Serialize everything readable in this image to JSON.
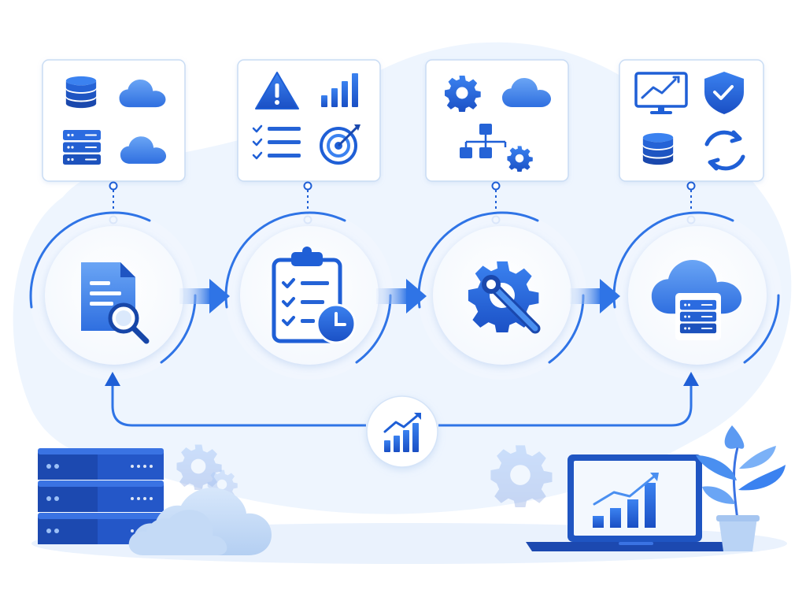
{
  "colors": {
    "primary": "#1f5fd6",
    "primary_dark": "#1746a8",
    "light": "#4a8ff0",
    "pale": "#e8f1fd",
    "card_border": "#c9dcf4",
    "bg_blob": "#edf4fd"
  },
  "stages": [
    {
      "name": "assessment",
      "icon": "document-search-icon",
      "panel_icons": [
        "database-icon",
        "cloud-icon",
        "server-rack-icon",
        "cloud-icon"
      ]
    },
    {
      "name": "planning",
      "icon": "clipboard-checklist-clock-icon",
      "panel_icons": [
        "warning-icon",
        "bar-chart-icon",
        "checklist-icon",
        "target-icon"
      ]
    },
    {
      "name": "execution",
      "icon": "gear-wrench-icon",
      "panel_icons": [
        "gear-icon",
        "cloud-icon",
        "org-chart-gear-icon"
      ]
    },
    {
      "name": "deployment",
      "icon": "cloud-server-icon",
      "panel_icons": [
        "monitor-chart-icon",
        "shield-check-icon",
        "database-icon",
        "refresh-icon"
      ]
    }
  ],
  "feedback_icon": "growth-chart-icon",
  "decor_icons": [
    "server-stack-icon",
    "cloud-icon",
    "gear-icon",
    "laptop-chart-icon",
    "potted-plant-icon"
  ]
}
